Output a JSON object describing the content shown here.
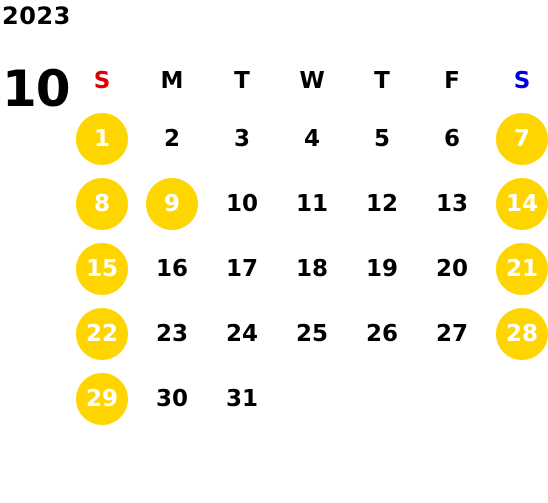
{
  "calendar": {
    "year": "2023",
    "month": "10",
    "weekdays": [
      "S",
      "M",
      "T",
      "W",
      "T",
      "F",
      "S"
    ],
    "weekday_colors": [
      "#e00000",
      "#000000",
      "#000000",
      "#000000",
      "#000000",
      "#000000",
      "#0000e0"
    ],
    "highlight_color": "#FFD500",
    "start_offset": 0,
    "days": [
      {
        "n": "1",
        "h": true
      },
      {
        "n": "2",
        "h": false
      },
      {
        "n": "3",
        "h": false
      },
      {
        "n": "4",
        "h": false
      },
      {
        "n": "5",
        "h": false
      },
      {
        "n": "6",
        "h": false
      },
      {
        "n": "7",
        "h": true
      },
      {
        "n": "8",
        "h": true
      },
      {
        "n": "9",
        "h": true
      },
      {
        "n": "10",
        "h": false
      },
      {
        "n": "11",
        "h": false
      },
      {
        "n": "12",
        "h": false
      },
      {
        "n": "13",
        "h": false
      },
      {
        "n": "14",
        "h": true
      },
      {
        "n": "15",
        "h": true
      },
      {
        "n": "16",
        "h": false
      },
      {
        "n": "17",
        "h": false
      },
      {
        "n": "18",
        "h": false
      },
      {
        "n": "19",
        "h": false
      },
      {
        "n": "20",
        "h": false
      },
      {
        "n": "21",
        "h": true
      },
      {
        "n": "22",
        "h": true
      },
      {
        "n": "23",
        "h": false
      },
      {
        "n": "24",
        "h": false
      },
      {
        "n": "25",
        "h": false
      },
      {
        "n": "26",
        "h": false
      },
      {
        "n": "27",
        "h": false
      },
      {
        "n": "28",
        "h": true
      },
      {
        "n": "29",
        "h": true
      },
      {
        "n": "30",
        "h": false
      },
      {
        "n": "31",
        "h": false
      }
    ]
  }
}
